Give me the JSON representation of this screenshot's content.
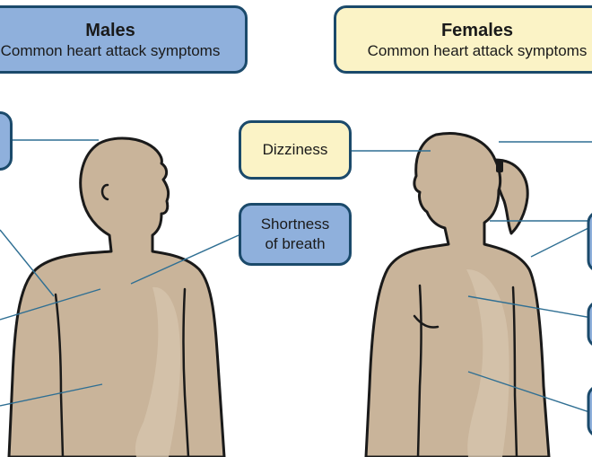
{
  "colors": {
    "skin": "#c9b49a",
    "skin_highlight": "#d6c4ad",
    "outline": "#1a1a1a",
    "leader_line": "#2f6f93",
    "male_box": "#8fb0dc",
    "female_box": "#fbf3c6",
    "box_border": "#1b4a6b"
  },
  "male_header": {
    "title": "Males",
    "subtitle": "Common heart attack symptoms"
  },
  "female_header": {
    "title": "Females",
    "subtitle": "Common heart attack symptoms"
  },
  "symptoms": {
    "dizziness": "Dizziness",
    "shortness_of_breath_line1": "Shortness",
    "shortness_of_breath_line2": "of breath"
  }
}
